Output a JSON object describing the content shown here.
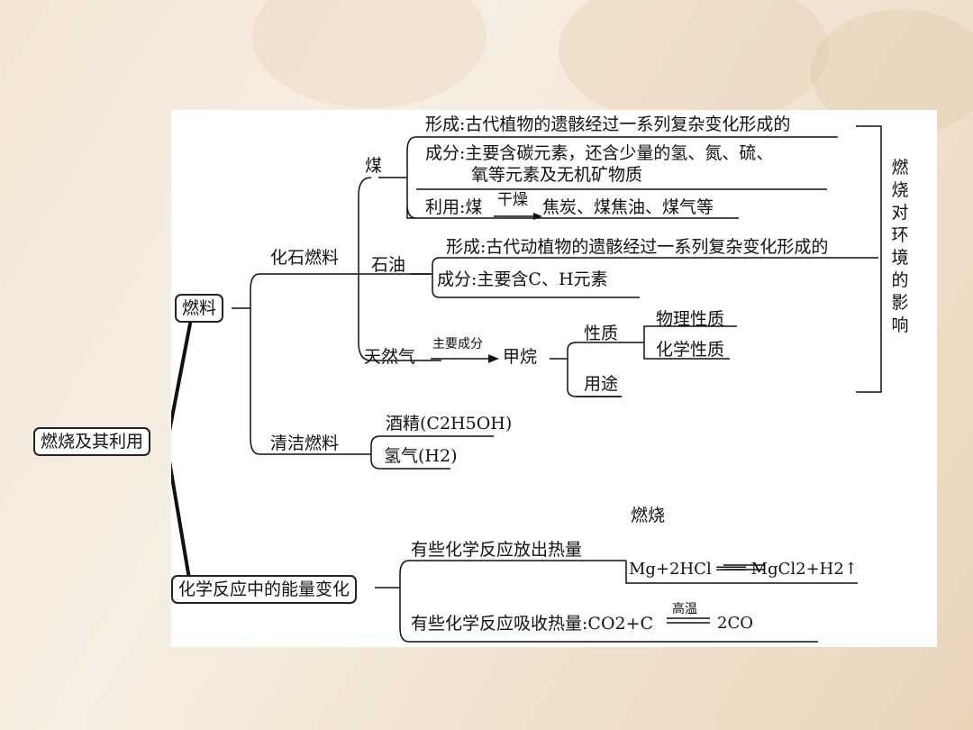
{
  "root": "燃烧及其利用",
  "fuel": {
    "label": "燃料",
    "fossil": {
      "label": "化石燃料",
      "coal": {
        "label": "煤",
        "formation": "形成:古代植物的遗骸经过一系列复杂变化形成的",
        "composition_line1": "成分:主要含碳元素，还含少量的氢、氮、硫、",
        "composition_line2": "氧等元素及无机矿物质",
        "use_prefix": "利用:煤",
        "use_condition": "干燥",
        "use_products": "焦炭、煤焦油、煤气等"
      },
      "oil": {
        "label": "石油",
        "formation": "形成:古代动植物的遗骸经过一系列复杂变化形成的",
        "composition": "成分:主要含C、H元素"
      },
      "gas": {
        "label": "天然气",
        "arrow_label": "主要成分",
        "main_component": "甲烷",
        "properties": "性质",
        "physical": "物理性质",
        "chemical": "化学性质",
        "uses": "用途"
      },
      "environment": "燃烧对环境的影响"
    },
    "clean": {
      "label": "清洁燃料",
      "alcohol": "酒精(C2H5OH)",
      "hydrogen": "氢气(H2)"
    }
  },
  "energy": {
    "label": "化学反应中的能量变化",
    "release": "有些化学反应放出热量",
    "release_condition": "燃烧",
    "release_equation": "Mg+2HCl ═══ MgCl2+H2↑",
    "absorb_prefix": "有些化学反应吸收热量:CO2+C",
    "absorb_condition": "高温",
    "absorb_product": "2CO"
  }
}
